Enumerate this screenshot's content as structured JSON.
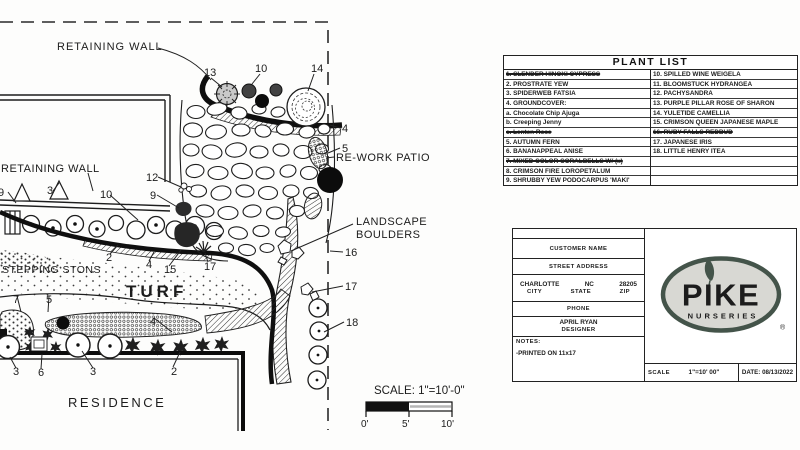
{
  "plan": {
    "labels": {
      "retaining_wall_top": "RETAINING WALL",
      "retaining_wall_left": "RETAINING WALL",
      "rework_patio": "RE-WORK PATIO",
      "landscape_boulders_line1": "LANDSCAPE",
      "landscape_boulders_line2": "BOULDERS",
      "stepping_stones": "STEPPING STONS",
      "turf": "TURF",
      "residence": "RESIDENCE"
    },
    "callouts": [
      "13",
      "10",
      "14",
      "4",
      "5",
      "12",
      "9",
      "9",
      "3",
      "10",
      "2",
      "4",
      "15",
      "17",
      "16",
      "17",
      "18",
      "7",
      "5",
      "4",
      "2",
      "3",
      "6",
      "3"
    ],
    "scale_bar": {
      "label": "SCALE: 1\"=10'-0\"",
      "ticks": [
        "0'",
        "5'",
        "10'"
      ]
    }
  },
  "plant_list": {
    "title": "PLANT LIST",
    "left": [
      {
        "text": "1. SLENDER HINOKI CYPRESS",
        "struck": true
      },
      {
        "text": "2. PROSTRATE YEW",
        "struck": false
      },
      {
        "text": "3. SPIDERWEB FATSIA",
        "struck": false
      },
      {
        "text": "4. GROUNDCOVER:",
        "struck": false
      },
      {
        "text": "a. Chocolate Chip Ajuga",
        "struck": false
      },
      {
        "text": "b. Creeping Jenny",
        "struck": false
      },
      {
        "text": "c. Lenten Rose",
        "struck": true
      },
      {
        "text": "5. AUTUMN FERN",
        "struck": false
      },
      {
        "text": "6. BANANAPPEAL ANISE",
        "struck": false
      },
      {
        "text": "7. MIXED COLOR CORALBELLS W/ (x)",
        "struck": true
      },
      {
        "text": "8. CRIMSON FIRE LOROPETALUM",
        "struck": false
      },
      {
        "text": "9. SHRUBBY YEW PODOCARPUS 'MAKI'",
        "struck": false
      }
    ],
    "right": [
      {
        "text": "10. SPILLED WINE WEIGELA",
        "struck": false
      },
      {
        "text": "11. BLOOMSTUCK HYDRANGEA",
        "struck": false
      },
      {
        "text": "12. PACHYSANDRA",
        "struck": false
      },
      {
        "text": "13. PURPLE PILLAR ROSE OF SHARON",
        "struck": false
      },
      {
        "text": "14. YULETIDE CAMELLIA",
        "struck": false
      },
      {
        "text": "15. CRIMSON QUEEN JAPANESE MAPLE",
        "struck": false
      },
      {
        "text": "16. RUBY FALLS REDBUD",
        "struck": true
      },
      {
        "text": "17. JAPANESE IRIS",
        "struck": false
      },
      {
        "text": "18. LITTLE HENRY ITEA",
        "struck": false
      },
      {
        "text": "",
        "struck": false
      },
      {
        "text": "",
        "struck": false
      },
      {
        "text": "",
        "struck": false
      }
    ]
  },
  "title_block": {
    "customer_name_label": "CUSTOMER NAME",
    "street_address_label": "STREET ADDRESS",
    "city_value": "CHARLOTTE",
    "state_value": "NC",
    "zip_value": "28205",
    "city_label": "CITY",
    "state_label": "STATE",
    "zip_label": "ZIP",
    "phone_label": "PHONE",
    "designer_value": "APRIL RYAN",
    "designer_label": "DESIGNER",
    "notes_label": "NOTES:",
    "notes_value": "-PRINTED ON 11x17",
    "scale_label": "SCALE",
    "scale_value": "1\"=10' 00\"",
    "date_value": "DATE: 08/13/2022"
  },
  "logo": {
    "brand": "PIKE",
    "subtitle": "NURSERIES",
    "registered": "®"
  }
}
